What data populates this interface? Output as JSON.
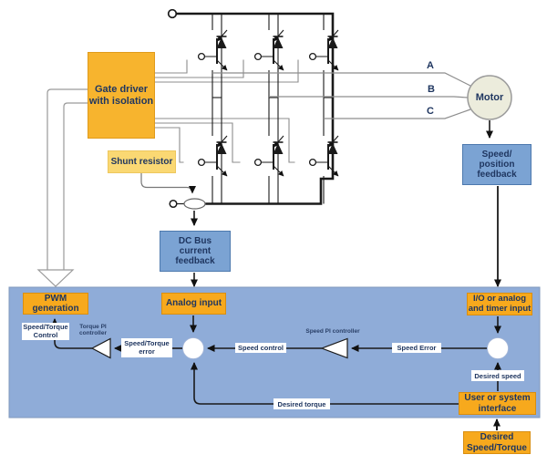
{
  "diagram": {
    "power_stage": {
      "gate_driver": "Gate driver\nwith isolation",
      "shunt_resistor": "Shunt resistor",
      "dc_bus_feedback": "DC Bus\ncurrent\nfeedback",
      "motor": "Motor",
      "phases": [
        "A",
        "B",
        "C"
      ],
      "speed_position_feedback": "Speed/\nposition\nfeedback"
    },
    "controller_panel": {
      "pwm_generation": "PWM\ngeneration",
      "analog_input": "Analog input",
      "io_timer_input": "I/O or analog\nand timer input",
      "speed_torque_control": "Speed/Torque\nControl",
      "torque_pi_controller": "Torque PI\ncontroller",
      "speed_torque_error": "Speed/Torque\nerror",
      "speed_control": "Speed control",
      "speed_pi_controller": "Speed PI controller",
      "speed_error": "Speed Error",
      "desired_speed": "Desired speed",
      "desired_torque": "Desired torque",
      "user_interface": "User or system\ninterface"
    },
    "input": {
      "desired_speed_torque": "Desired\nSpeed/Torque"
    }
  },
  "colors": {
    "orange_box": "#F7A91D",
    "gate_driver_orange": "#F7B42E",
    "shunt_yellow": "#FAD873",
    "blue_box": "#7BA3D3",
    "panel_blue": "#8FACD8",
    "navy_text": "#1F3660",
    "line_black": "#1a1a1a",
    "wire_gray": "#8d8d8d",
    "motor_fill": "#ECECDC"
  }
}
